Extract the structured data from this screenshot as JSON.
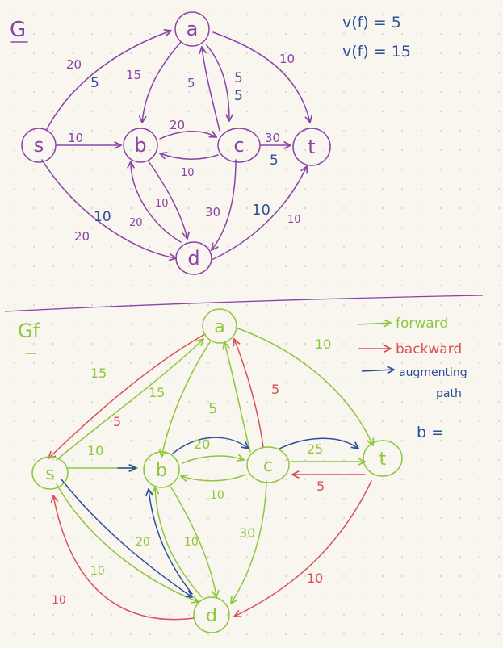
{
  "colors": {
    "purple": "#8a43a8",
    "blue": "#2d4f9a",
    "green": "#8ec63f",
    "red": "#d9505a",
    "divider": "#8a43a8",
    "paper": "#f8f6ee"
  },
  "top": {
    "title": "G",
    "flow_lines": [
      "v(f) = 5",
      "v(f) = 15"
    ],
    "nodes": {
      "s": "s",
      "a": "a",
      "b": "b",
      "c": "c",
      "t": "t",
      "d": "d"
    },
    "edge_labels": {
      "s_a_cap": "20",
      "s_a_flow": "5",
      "a_b_cap": "15",
      "c_a_cap": "5",
      "a_c_cap": "5",
      "a_c_flow": "5",
      "a_t_cap": "10",
      "s_b_cap": "10",
      "b_c_cap": "20",
      "c_b_cap": "10",
      "c_t_cap": "30",
      "c_t_flow": "5",
      "s_d_cap": "20",
      "s_d_flow": "10",
      "d_b_cap": "20",
      "b_d_cap": "10",
      "c_d_cap": "30",
      "d_t_cap": "10",
      "d_t_flow": "10"
    }
  },
  "bottom": {
    "title": "Gf",
    "nodes": {
      "s": "s",
      "a": "a",
      "b": "b",
      "c": "c",
      "t": "t",
      "d": "d"
    },
    "legend": {
      "forward": "forward",
      "backward": "backward",
      "path_line1": "augmenting",
      "path_line2": "path"
    },
    "b_label": "b =",
    "edge_labels": {
      "s_a_fwd": "15",
      "a_s_back": "5",
      "a_b": "15",
      "c_a_fwd": "5",
      "a_c_back": "5",
      "a_t": "10",
      "s_b": "10",
      "b_c": "20",
      "c_b": "10",
      "c_t": "25",
      "t_c_back": "5",
      "s_d": "10",
      "d_s_back": "10",
      "d_b": "20",
      "b_d": "10",
      "c_d": "30",
      "t_d_back": "10"
    }
  }
}
